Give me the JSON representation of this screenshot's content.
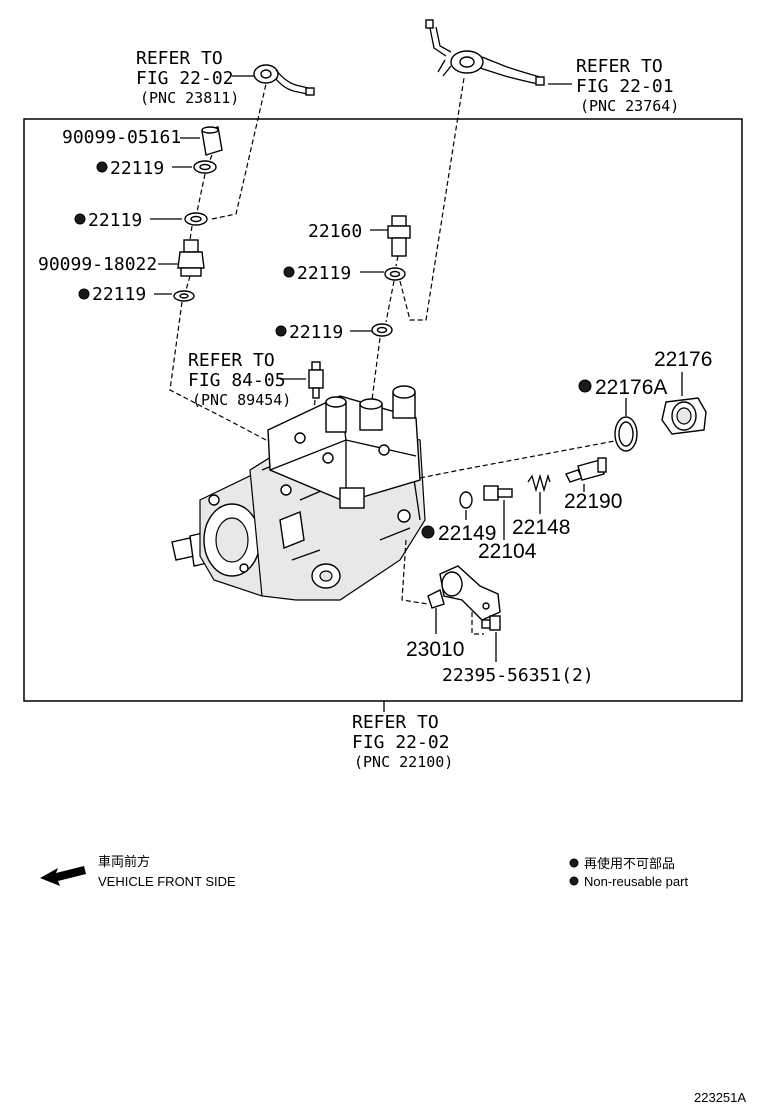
{
  "refs": {
    "top_left": {
      "line1": "REFER TO",
      "line2": "FIG 22-02",
      "line3": "(PNC 23811)"
    },
    "top_right": {
      "line1": "REFER TO",
      "line2": "FIG 22-01",
      "line3": "(PNC 23764)"
    },
    "middle": {
      "line1": "REFER TO",
      "line2": "FIG 84-05",
      "line3": "(PNC 89454)"
    },
    "bottom": {
      "line1": "REFER TO",
      "line2": "FIG 22-02",
      "line3": "(PNC 22100)"
    }
  },
  "parts": {
    "p9009905161": "90099-05161",
    "p22119_a": "22119",
    "p22119_b": "22119",
    "p9009918022": "90099-18022",
    "p22119_c": "22119",
    "p22160": "22160",
    "p22119_d": "22119",
    "p22119_e": "22119",
    "p22176": "22176",
    "p22176A": "22176A",
    "p22190": "22190",
    "p22149": "22149",
    "p22148": "22148",
    "p22104": "22104",
    "p23010": "23010",
    "p2239556351": "22395-56351(2)"
  },
  "legend": {
    "front_jp": "車両前方",
    "front_en": "VEHICLE FRONT SIDE",
    "nonreuse_jp": "再使用不可部品",
    "nonreuse_en": "Non-reusable part"
  },
  "figure_id": "223251A"
}
